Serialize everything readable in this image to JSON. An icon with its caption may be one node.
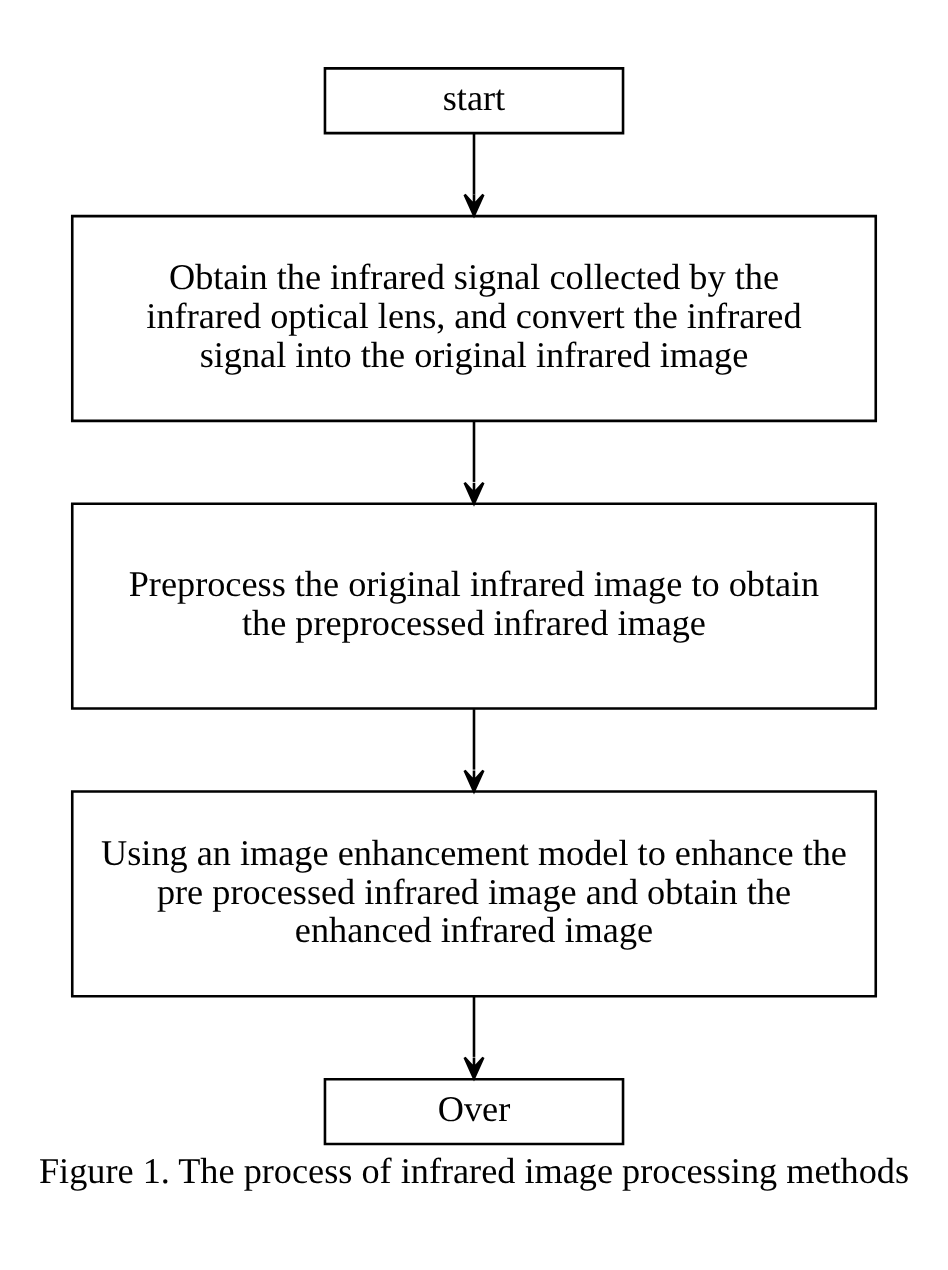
{
  "diagram": {
    "caption": "Figure 1. The process of infrared image processing methods",
    "nodes": [
      {
        "text": [
          "start"
        ]
      },
      {
        "text": [
          "Obtain the infrared signal collected by the infrared optical lens, and convert the infrared signal into the original infrared image"
        ]
      },
      {
        "text": [
          "Preprocess the original infrared image to obtain the preprocessed infrared image"
        ]
      },
      {
        "text": [
          "Using an image enhancement model to enhance the pre processed infrared image and obtain the enhanced infrared image"
        ]
      },
      {
        "text": [
          "Over"
        ]
      }
    ],
    "edges": [
      {
        "from": 0,
        "to": 1,
        "arrow": "to"
      },
      {
        "from": 1,
        "to": 2,
        "arrow": "to"
      },
      {
        "from": 2,
        "to": 3,
        "arrow": "to"
      },
      {
        "from": 3,
        "to": 4,
        "arrow": "to"
      }
    ]
  }
}
